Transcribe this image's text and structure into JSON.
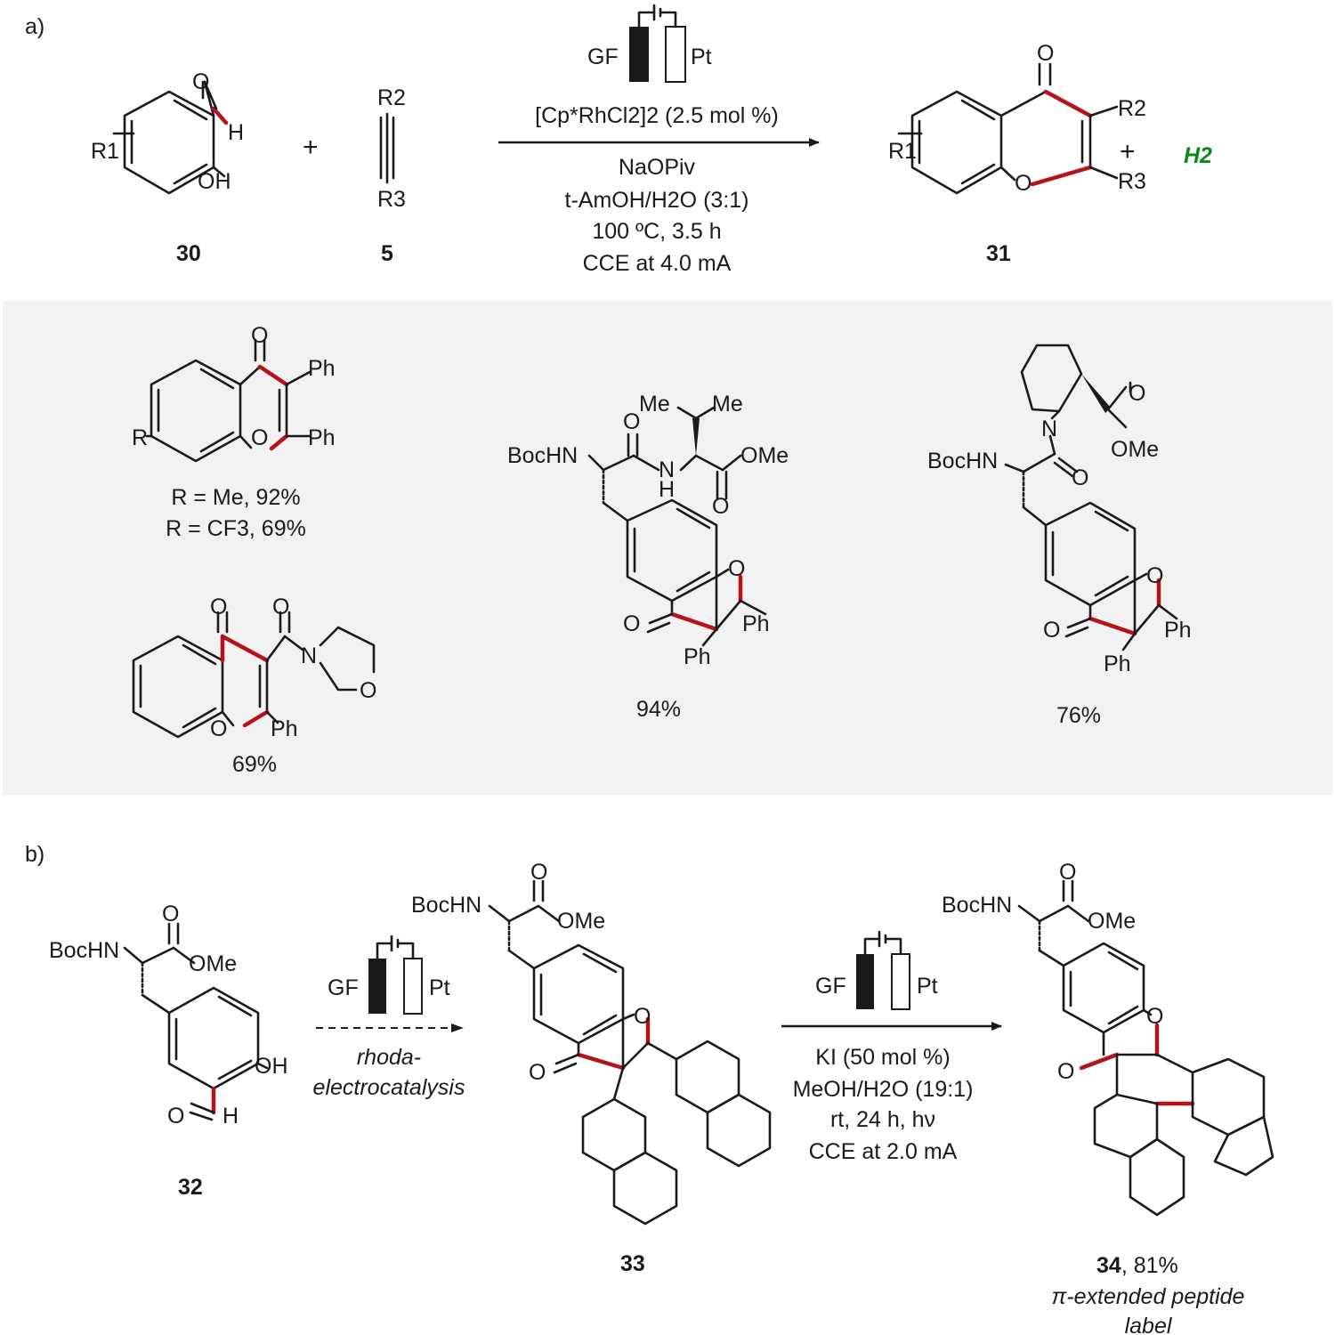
{
  "colors": {
    "highlight_bond": "#b5121b",
    "h2": "#0a8a1e",
    "substrate_panel": "#f2f2f2"
  },
  "panel_a": {
    "label": "a)",
    "reactant1_number": "30",
    "reactant2_number": "5",
    "product_number": "31",
    "plus1": "+",
    "plus2": "+",
    "byproduct": "H2",
    "cell": {
      "anode": "GF",
      "cathode": "Pt"
    },
    "conditions": [
      "[Cp*RhCl2]2 (2.5 mol %)",
      "NaOPiv",
      "t-AmOH/H2O (3:1)",
      "100 ºC, 3.5 h",
      "CCE at 4.0 mA"
    ],
    "atoms": [
      "R1",
      "O",
      "H",
      "OH",
      "R2",
      "R3"
    ]
  },
  "scope": {
    "compound1": {
      "atoms": [
        "O",
        "Ph",
        "Ph",
        "R",
        "O"
      ],
      "yields": [
        "R = Me, 92%",
        "R = CF3, 69%"
      ]
    },
    "compound2": {
      "atoms": [
        "O",
        "O",
        "N",
        "O",
        "O",
        "Ph"
      ],
      "yield": "69%"
    },
    "compound3": {
      "atoms": [
        "Me",
        "Me",
        "O",
        "BocHN",
        "N",
        "H",
        "OMe",
        "O",
        "O",
        "O",
        "Ph",
        "Ph"
      ],
      "yield": "94%"
    },
    "compound4": {
      "atoms": [
        "N",
        "O",
        "OMe",
        "BocHN",
        "O",
        "O",
        "O",
        "Ph",
        "Ph"
      ],
      "yield": "76%"
    }
  },
  "panel_b": {
    "label": "b)",
    "compound32": {
      "number": "32",
      "atoms": [
        "O",
        "BocHN",
        "OMe",
        "OH",
        "O",
        "H"
      ]
    },
    "step1": {
      "label": "rhoda-\nelectrocatalysis",
      "line1": "rhoda-",
      "line2": "electrocatalysis",
      "cell": {
        "anode": "GF",
        "cathode": "Pt"
      }
    },
    "compound33": {
      "number": "33",
      "atoms": [
        "O",
        "BocHN",
        "OMe",
        "O",
        "O"
      ]
    },
    "step2": {
      "cell": {
        "anode": "GF",
        "cathode": "Pt"
      },
      "conditions": [
        "KI (50 mol %)",
        "MeOH/H2O (19:1)",
        "rt, 24 h, hν",
        "CCE at 2.0 mA"
      ]
    },
    "compound34": {
      "number": "34",
      "yield": ", 81%",
      "caption_line1": "π-extended peptide",
      "caption_line2": "label",
      "atoms": [
        "O",
        "BocHN",
        "OMe",
        "O",
        "O"
      ]
    }
  }
}
